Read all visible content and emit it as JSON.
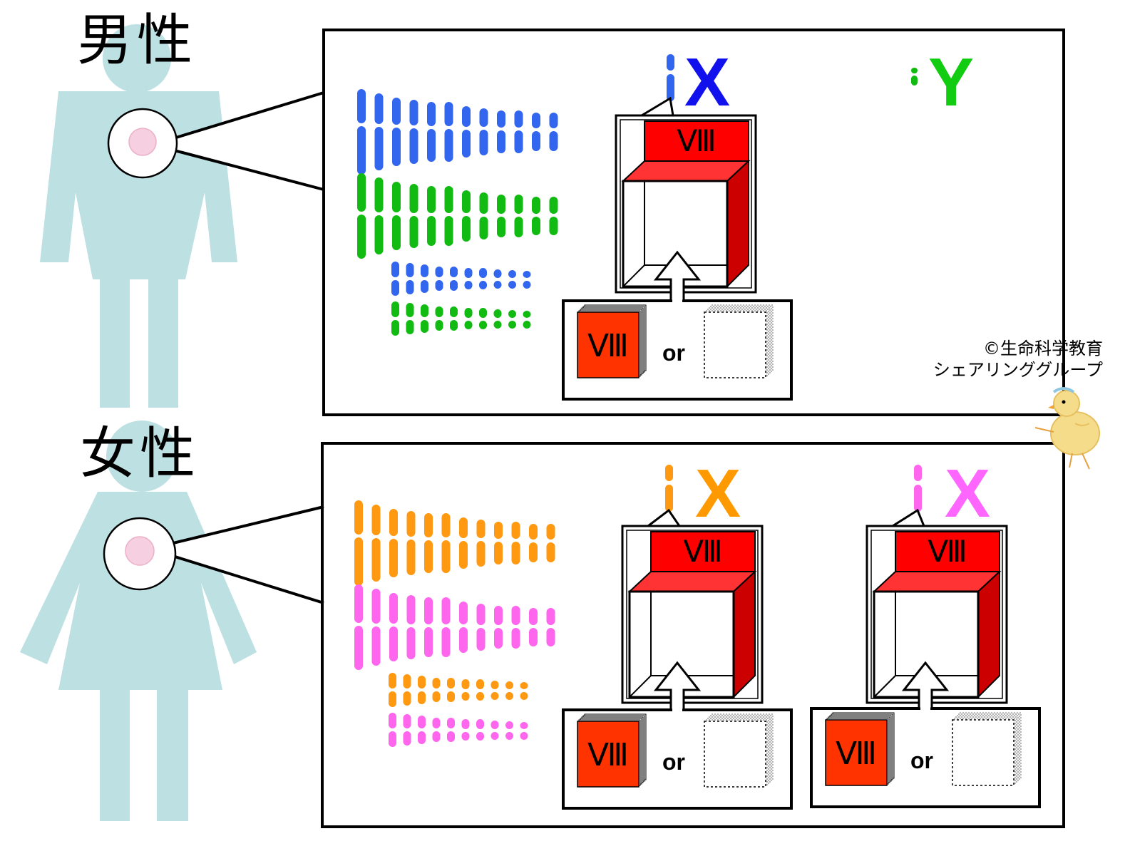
{
  "male": {
    "label": "男性",
    "chromosome_x": "X",
    "chromosome_y": "Y",
    "gene_label": "Ⅷ",
    "gene_option_label": "Ⅷ",
    "or_label": "or"
  },
  "female": {
    "label": "女性",
    "chromosome_x1": "X",
    "chromosome_x2": "X",
    "gene_label_1": "Ⅷ",
    "gene_option_label_1": "Ⅷ",
    "or_label_1": "or",
    "gene_label_2": "Ⅷ",
    "gene_option_label_2": "Ⅷ",
    "or_label_2": "or"
  },
  "copyright": {
    "line1": "©生命科学教育",
    "line2": "シェアリンググループ"
  },
  "colors": {
    "figure": "#bde0e3",
    "male_chromosome_a": "#3366ee",
    "male_chromosome_b": "#11bb11",
    "male_x": "#1111ee",
    "male_y": "#11cc11",
    "female_chromosome_a": "#ff9911",
    "female_chromosome_b": "#ff66ee",
    "female_x1": "#ff9900",
    "female_x2": "#ff66ff",
    "gene_red": "#ff0000",
    "gene_dark_red": "#cc0000",
    "gene_box": "#ff3300"
  }
}
